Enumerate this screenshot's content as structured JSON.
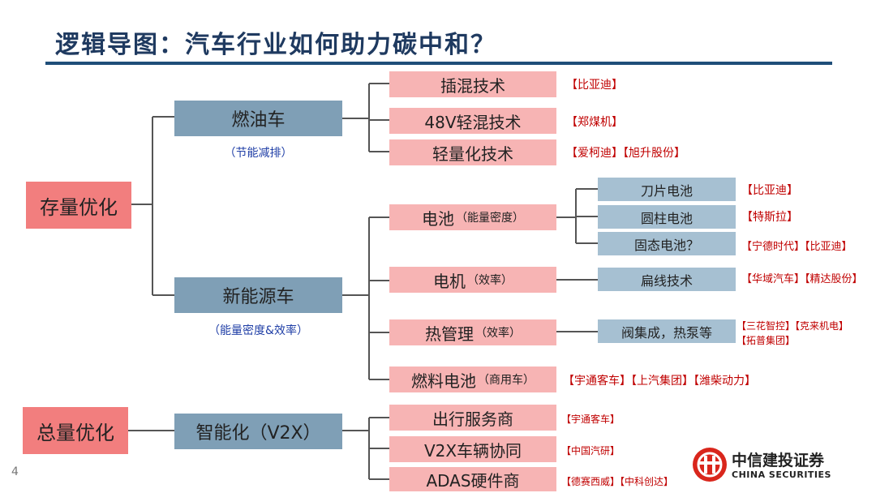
{
  "title": "逻辑导图：汽车行业如何助力碳中和？",
  "page_number": "4",
  "root_left": {
    "stock": "存量优化",
    "total": "总量优化"
  },
  "fuel": {
    "label": "燃油车",
    "sub": "（节能减排）"
  },
  "nev": {
    "label": "新能源车",
    "sub": "（能量密度&效率）"
  },
  "smart": {
    "label": "智能化（V2X）"
  },
  "fuel_children": [
    {
      "label": "插混技术",
      "companies": "【比亚迪】"
    },
    {
      "label": "48V轻混技术",
      "companies": "【郑煤机】"
    },
    {
      "label": "轻量化技术",
      "companies": "【爱柯迪】【旭升股份】"
    }
  ],
  "nev_children": [
    {
      "label": "电池",
      "note": "（能量密度）"
    },
    {
      "label": "电机",
      "note": "（效率）"
    },
    {
      "label": "热管理",
      "note": "（效率）"
    },
    {
      "label": "燃料电池",
      "note": "（商用车）",
      "companies": "【宇通客车】【上汽集团】【潍柴动力】"
    }
  ],
  "battery_children": [
    {
      "label": "刀片电池",
      "companies": "【比亚迪】"
    },
    {
      "label": "圆柱电池",
      "companies": "【特斯拉】"
    },
    {
      "label": "固态电池？",
      "companies": "【宁德时代】【比亚迪】"
    }
  ],
  "motor_child": {
    "label": "扁线技术",
    "companies": "【华域汽车】【精达股份】"
  },
  "thermal_child": {
    "label": "阀集成，热泵等",
    "companies_line1": "【三花智控】【克来机电】",
    "companies_line2": "【拓普集团】"
  },
  "smart_children": [
    {
      "label": "出行服务商",
      "companies": "【宇通客车】"
    },
    {
      "label": "V2X车辆协同",
      "companies": "【中国汽研】"
    },
    {
      "label": "ADAS硬件商",
      "companies": "【德赛西威】【中科创达】"
    }
  ],
  "logo": {
    "cn": "中信建投证券",
    "en": "CHINA SECURITIES",
    "color": "#d9261c"
  },
  "colors": {
    "red": "#f27e7e",
    "blue": "#7f9fb6",
    "pink": "#f7b4b4",
    "light_blue": "#a6c0d2",
    "company": "#c00000",
    "connector": "#555555"
  }
}
